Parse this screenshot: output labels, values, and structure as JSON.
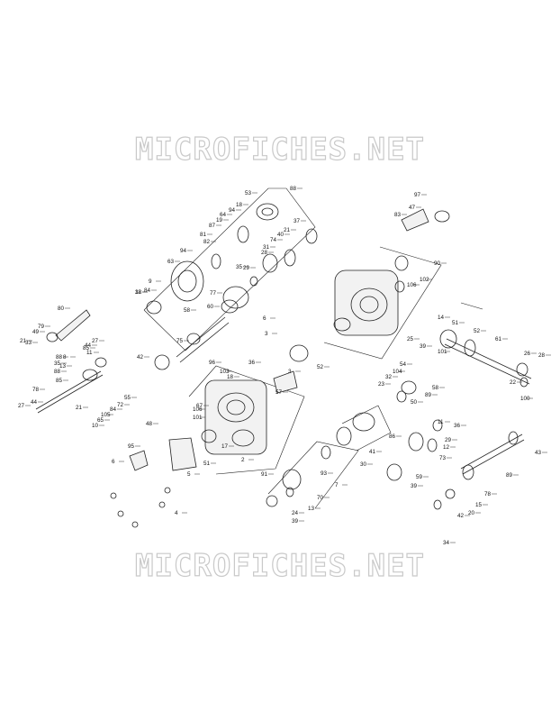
{
  "watermark": "MICROFICHES.NET",
  "colors": {
    "ink": "#222222",
    "watermark_outline": "#c9c9c9",
    "background": "#ffffff"
  },
  "callouts": [
    "88",
    "53",
    "18",
    "94",
    "64",
    "19",
    "87",
    "82",
    "81",
    "94",
    "21",
    "37",
    "74",
    "31",
    "28",
    "40",
    "29",
    "63",
    "9",
    "84",
    "35",
    "12",
    "38",
    "77",
    "60",
    "80",
    "79",
    "49",
    "33",
    "21",
    "85",
    "27",
    "44",
    "11",
    "88",
    "8",
    "35",
    "13",
    "88",
    "85",
    "78",
    "27",
    "44",
    "21",
    "58",
    "75",
    "42",
    "3",
    "6",
    "96",
    "103",
    "18",
    "36",
    "57",
    "52",
    "55",
    "72",
    "84",
    "105",
    "65",
    "10",
    "48",
    "106",
    "67",
    "101",
    "17",
    "2",
    "51",
    "95",
    "5",
    "6",
    "4",
    "97",
    "47",
    "83",
    "90",
    "102",
    "106",
    "14",
    "25",
    "39",
    "51",
    "52",
    "101",
    "61",
    "26",
    "28",
    "100",
    "22",
    "54",
    "104",
    "32",
    "23",
    "89",
    "58",
    "50",
    "86",
    "41",
    "30",
    "93",
    "7",
    "70",
    "13",
    "24",
    "39",
    "11",
    "36",
    "29",
    "12",
    "73",
    "59",
    "39",
    "43",
    "89",
    "78",
    "15",
    "20",
    "42",
    "34",
    "3",
    "91"
  ]
}
